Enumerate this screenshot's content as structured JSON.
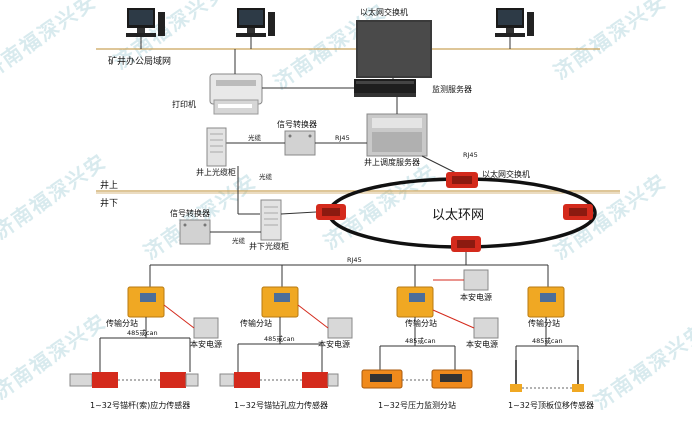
{
  "watermark": "济南福深兴安",
  "labels": {
    "office_lan": "矿井办公局域网",
    "ethernet_switch_top": "以太网交换机",
    "printer": "打印机",
    "monitor_server": "监测服务器",
    "signal_converter_top": "信号转换器",
    "rj45_a": "RJ45",
    "optical_cable_a": "光缆",
    "surface_optical_cabinet": "井上光缆柜",
    "surface_dispatch_server": "井上调度服务器",
    "rj45_b": "RJ45",
    "ring_switch": "以太网交换机",
    "optical_cable_b": "光缆",
    "above_ground": "井上",
    "below_ground": "井下",
    "ethernet_ring": "以太环网",
    "signal_converter_bottom": "信号转换器",
    "optical_cable_c": "光缆",
    "underground_optical_cabinet": "井下光缆柜",
    "rj45_c": "RJ45",
    "transfer_station": "传输分站",
    "safety_power": "本安电源",
    "bus_label": "485或can",
    "sensor_1": "1~32号锚杆(索)应力传感器",
    "sensor_2": "1~32号锚钻孔应力传感器",
    "sensor_3": "1~32号压力监测分站",
    "sensor_4": "1~32号顶板位移传感器"
  },
  "colors": {
    "accent_red": "#d42a1c",
    "station_orange": "#f0a823",
    "line": "#333333",
    "ground_line": "#caa35a",
    "watermark": "#cfe6ea"
  }
}
